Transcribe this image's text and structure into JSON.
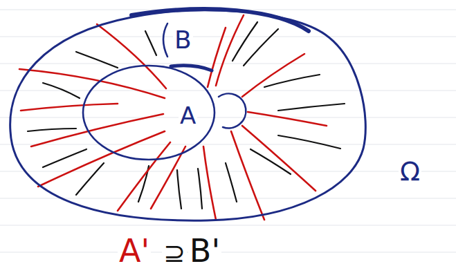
{
  "diagram": {
    "nodes": [
      {
        "text": [
          "Ω"
        ]
      },
      {
        "text": [
          "A"
        ],
        "in": 0
      }
    ],
    "labels": [
      "B",
      "A'",
      "⊇",
      "B'"
    ]
  }
}
